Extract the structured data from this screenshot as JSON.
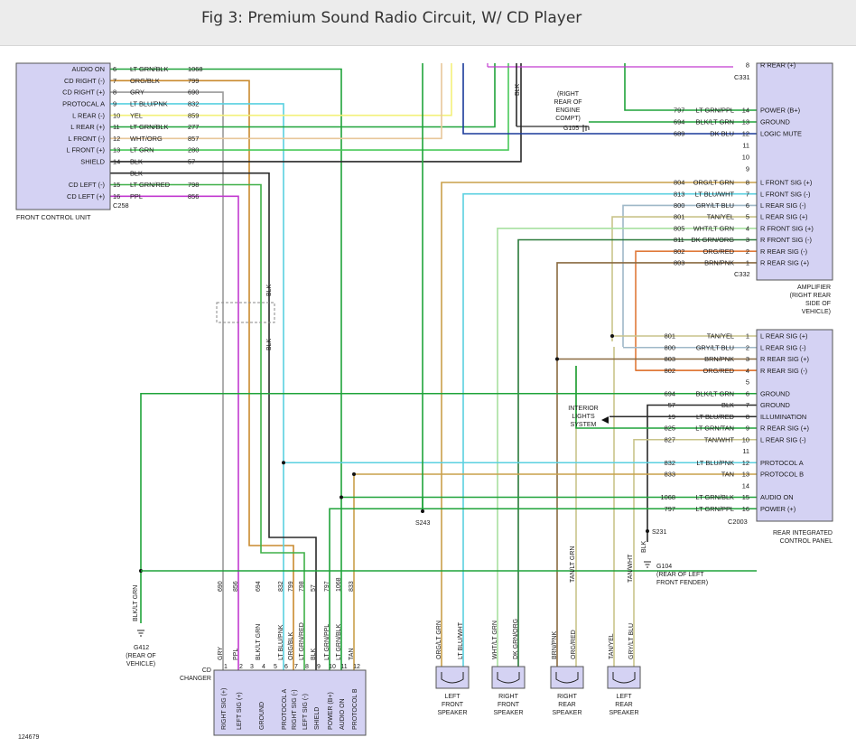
{
  "title": "Fig 3: Premium Sound Radio Circuit, W/ CD Player",
  "figure_id": "124679",
  "fcu": {
    "name": "FRONT CONTROL UNIT",
    "connector": "C258",
    "pins": [
      {
        "func": "AUDIO ON",
        "pin": "6",
        "color": "LT GRN/BLK",
        "circuit": "1068",
        "wire": "#1fa33a"
      },
      {
        "func": "CD RIGHT (-)",
        "pin": "7",
        "color": "ORG/BLK",
        "circuit": "799",
        "wire": "#c98a2e"
      },
      {
        "func": "CD RIGHT (+)",
        "pin": "8",
        "color": "GRY",
        "circuit": "690",
        "wire": "#9a9a9a"
      },
      {
        "func": "PROTOCAL A",
        "pin": "9",
        "color": "LT BLU/PNK",
        "circuit": "832",
        "wire": "#5ad0e0"
      },
      {
        "func": "L REAR (-)",
        "pin": "10",
        "color": "YEL",
        "circuit": "859",
        "wire": "#f3f07a"
      },
      {
        "func": "L REAR (+)",
        "pin": "11",
        "color": "LT GRN/BLK",
        "circuit": "277",
        "wire": "#1fa33a"
      },
      {
        "func": "L FRONT (-)",
        "pin": "12",
        "color": "WHT/ORG",
        "circuit": "857",
        "wire": "#e8c79a"
      },
      {
        "func": "L FRONT (+)",
        "pin": "13",
        "color": "LT GRN",
        "circuit": "280",
        "wire": "#49c95a"
      },
      {
        "func": "SHIELD",
        "pin": "14",
        "color": "BLK",
        "circuit": "57",
        "wire": "#2a2a2a"
      },
      {
        "func": "",
        "pin": "",
        "color": "BLK",
        "circuit": "",
        "wire": "#2a2a2a"
      },
      {
        "func": "CD LEFT (-)",
        "pin": "15",
        "color": "LT GRN/RED",
        "circuit": "798",
        "wire": "#3fb048"
      },
      {
        "func": "CD LEFT (+)",
        "pin": "16",
        "color": "PPL",
        "circuit": "856",
        "wire": "#c23ad0"
      }
    ]
  },
  "amplifier": {
    "connectors": [
      "C331",
      "C332"
    ],
    "label": [
      "AMPLIFIER",
      "(RIGHT REAR",
      "SIDE OF",
      "VEHICLE)"
    ],
    "top_pins": [
      {
        "func": "R REAR (+)",
        "pin": "8",
        "color": "",
        "circuit": "",
        "wire": "#1fa33a"
      },
      {
        "func": "POWER (B+)",
        "pin": "14",
        "color": "LT GRN/PPL",
        "circuit": "797",
        "wire": "#1fa33a"
      },
      {
        "func": "GROUND",
        "pin": "13",
        "color": "BLK/LT GRN",
        "circuit": "694",
        "wire": "#1fa33a"
      },
      {
        "func": "LOGIC MUTE",
        "pin": "12",
        "color": "DK BLU",
        "circuit": "689",
        "wire": "#1a3a9a"
      },
      {
        "func": "",
        "pin": "11",
        "color": "",
        "circuit": "",
        "wire": ""
      },
      {
        "func": "",
        "pin": "10",
        "color": "",
        "circuit": "",
        "wire": ""
      },
      {
        "func": "",
        "pin": "9",
        "color": "",
        "circuit": "",
        "wire": ""
      }
    ],
    "bottom_pins": [
      {
        "func": "L FRONT SIG (+)",
        "pin": "8",
        "color": "ORG/LT GRN",
        "circuit": "804",
        "wire": "#c9a04a"
      },
      {
        "func": "L FRONT SIG (-)",
        "pin": "7",
        "color": "LT BLU/WHT",
        "circuit": "813",
        "wire": "#5ad0e0"
      },
      {
        "func": "L REAR SIG (-)",
        "pin": "6",
        "color": "GRY/LT BLU",
        "circuit": "800",
        "wire": "#9fb8c8"
      },
      {
        "func": "L REAR SIG (+)",
        "pin": "5",
        "color": "TAN/YEL",
        "circuit": "801",
        "wire": "#c9c48a"
      },
      {
        "func": "R FRONT SIG (+)",
        "pin": "4",
        "color": "WHT/LT GRN",
        "circuit": "805",
        "wire": "#a8e0a0"
      },
      {
        "func": "R FRONT SIG (-)",
        "pin": "3",
        "color": "DK GRN/ORG",
        "circuit": "811",
        "wire": "#2a7a3a"
      },
      {
        "func": "R REAR SIG (-)",
        "pin": "2",
        "color": "ORG/RED",
        "circuit": "802",
        "wire": "#e07a3a"
      },
      {
        "func": "R REAR SIG (+)",
        "pin": "1",
        "color": "BRN/PNK",
        "circuit": "803",
        "wire": "#8a6a40"
      }
    ]
  },
  "ground_g105": {
    "label": [
      "(RIGHT",
      "REAR OF",
      "ENGINE",
      "COMPT)"
    ],
    "id": "G105",
    "wire_label": "BLK"
  },
  "rcp": {
    "name": [
      "REAR INTEGRATED",
      "CONTROL PANEL"
    ],
    "connector": "C2003",
    "pins": [
      {
        "func": "L REAR SIG (+)",
        "pin": "1",
        "color": "TAN/YEL",
        "circuit": "801",
        "wire": "#c9c48a"
      },
      {
        "func": "L REAR SIG (-)",
        "pin": "2",
        "color": "GRY/LT BLU",
        "circuit": "800",
        "wire": "#9fb8c8"
      },
      {
        "func": "R REAR SIG (+)",
        "pin": "3",
        "color": "BRN/PNK",
        "circuit": "803",
        "wire": "#8a6a40"
      },
      {
        "func": "R REAR SIG (-)",
        "pin": "4",
        "color": "ORG/RED",
        "circuit": "802",
        "wire": "#e07a3a"
      },
      {
        "func": "",
        "pin": "5",
        "color": "",
        "circuit": "",
        "wire": ""
      },
      {
        "func": "GROUND",
        "pin": "6",
        "color": "BLK/LT GRN",
        "circuit": "694",
        "wire": "#1fa33a"
      },
      {
        "func": "GROUND",
        "pin": "7",
        "color": "BLK",
        "circuit": "57",
        "wire": "#2a2a2a"
      },
      {
        "func": "ILLUMINATION",
        "pin": "8",
        "color": "LT BLU/RED",
        "circuit": "19",
        "wire": "#2a2a2a"
      },
      {
        "func": "R REAR SIG (+)",
        "pin": "9",
        "color": "LT GRN/TAN",
        "circuit": "825",
        "wire": "#1fa33a"
      },
      {
        "func": "L REAR SIG (-)",
        "pin": "10",
        "color": "TAN/WHT",
        "circuit": "827",
        "wire": "#c9c48a"
      },
      {
        "func": "",
        "pin": "11",
        "color": "",
        "circuit": "",
        "wire": ""
      },
      {
        "func": "PROTOCOL A",
        "pin": "12",
        "color": "LT BLU/PNK",
        "circuit": "832",
        "wire": "#5ad0e0"
      },
      {
        "func": "PROTOCOL B",
        "pin": "13",
        "color": "TAN",
        "circuit": "833",
        "wire": "#c9a04a"
      },
      {
        "func": "",
        "pin": "14",
        "color": "",
        "circuit": "",
        "wire": ""
      },
      {
        "func": "AUDIO ON",
        "pin": "15",
        "color": "LT GRN/BLK",
        "circuit": "1068",
        "wire": "#1fa33a"
      },
      {
        "func": "POWER (+)",
        "pin": "16",
        "color": "LT GRN/PPL",
        "circuit": "797",
        "wire": "#1fa33a"
      }
    ]
  },
  "interior_lights": [
    "INTERIOR",
    "LIGHTS",
    "SYSTEM"
  ],
  "splices": {
    "s243": "S243",
    "s231": "S231"
  },
  "ground_g104": {
    "id": "G104",
    "label": [
      "(REAR OF LEFT",
      "FRONT FENDER)"
    ],
    "wire_label": "BLK"
  },
  "ground_g412": {
    "id": "G412",
    "label": [
      "(REAR OF",
      "VEHICLE)"
    ],
    "wire_label": "BLK/LT GRN"
  },
  "shield_labels": [
    "BLK",
    "BLK"
  ],
  "cd_changer": {
    "name": [
      "CD",
      "CHANGER"
    ],
    "wires": [
      {
        "color": "GRY",
        "circuit": "690",
        "wire": "#9a9a9a"
      },
      {
        "color": "PPL",
        "circuit": "856",
        "wire": "#c23ad0"
      },
      {
        "color": "BLK/LT GRN",
        "circuit": "694",
        "wire": "#1fa33a"
      },
      {
        "color": "LT BLU/PNK",
        "circuit": "832",
        "wire": "#5ad0e0"
      },
      {
        "color": "ORG/BLK",
        "circuit": "799",
        "wire": "#c98a2e"
      },
      {
        "color": "LT GRN/RED",
        "circuit": "798",
        "wire": "#3fb048"
      },
      {
        "color": "BLK",
        "circuit": "57",
        "wire": "#2a2a2a"
      },
      {
        "color": "LT GRN/PPL",
        "circuit": "797",
        "wire": "#1fa33a"
      },
      {
        "color": "LT GRN/BLK",
        "circuit": "1068",
        "wire": "#1fa33a"
      },
      {
        "color": "TAN",
        "circuit": "833",
        "wire": "#c9a04a"
      }
    ],
    "pins": [
      {
        "pin": "1",
        "func": "RIGHT SIG (+)"
      },
      {
        "pin": "2",
        "func": "LEFT SIG (+)"
      },
      {
        "pin": "3",
        "func": ""
      },
      {
        "pin": "4",
        "func": "GROUND"
      },
      {
        "pin": "5",
        "func": ""
      },
      {
        "pin": "6",
        "func": "PROTOCOL A"
      },
      {
        "pin": "7",
        "func": "RIGHT SIG (-)"
      },
      {
        "pin": "8",
        "func": "LEFT SIG (-)"
      },
      {
        "pin": "9",
        "func": "SHIELD"
      },
      {
        "pin": "10",
        "func": "POWER (B+)"
      },
      {
        "pin": "11",
        "func": "AUDIO ON"
      },
      {
        "pin": "12",
        "func": "PROTOCOL B"
      }
    ]
  },
  "speakers": [
    {
      "name": [
        "LEFT",
        "FRONT",
        "SPEAKER"
      ],
      "wires": [
        {
          "color": "ORG/LT GRN",
          "wire": "#c9a04a"
        },
        {
          "color": "LT BLU/WHT",
          "wire": "#5ad0e0"
        }
      ]
    },
    {
      "name": [
        "RIGHT",
        "FRONT",
        "SPEAKER"
      ],
      "wires": [
        {
          "color": "WHT/LT GRN",
          "wire": "#a8e0a0"
        },
        {
          "color": "DK GRN/ORG",
          "wire": "#2a7a3a"
        }
      ]
    },
    {
      "name": [
        "RIGHT",
        "REAR",
        "SPEAKER"
      ],
      "wires": [
        {
          "color": "BRN/PNK",
          "wire": "#8a6a40"
        },
        {
          "color": "ORG/RED",
          "wire": "#e07a3a"
        }
      ]
    },
    {
      "name": [
        "LEFT",
        "REAR",
        "SPEAKER"
      ],
      "wires": [
        {
          "color": "TAN/YEL",
          "wire": "#c9c48a"
        },
        {
          "color": "GRY/LT BLU",
          "wire": "#9fb8c8"
        }
      ]
    }
  ],
  "rr_speaker_feed": {
    "color": "TAN/LT GRN",
    "wire": "#c9c48a"
  },
  "lr_speaker_feed": {
    "color": "TAN/WHT",
    "wire": "#c9c48a"
  }
}
